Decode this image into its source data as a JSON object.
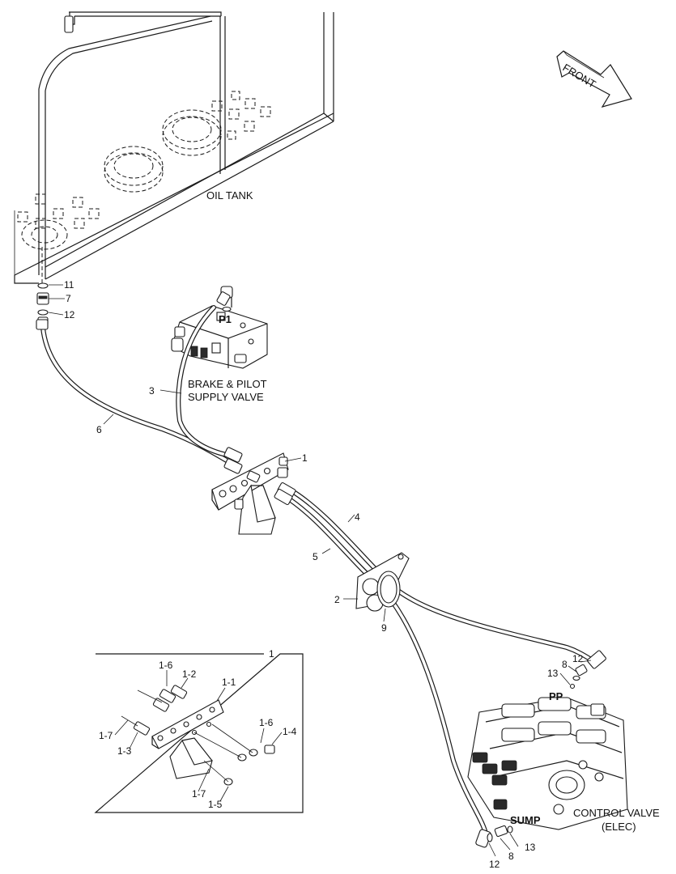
{
  "labels": {
    "front": "FRONT",
    "oil_tank": "OIL TANK",
    "brake_valve_line1": "BRAKE & PILOT",
    "brake_valve_line2": "SUPPLY VALVE",
    "control_valve_line1": "CONTROL VALVE",
    "control_valve_line2": "(ELEC)",
    "port_p1": "P1",
    "port_pp": "PP",
    "port_sump": "SUMP"
  },
  "callouts": {
    "c11": "11",
    "c7": "7",
    "c12_top": "12",
    "c3": "3",
    "c6": "6",
    "c1": "1",
    "c4": "4",
    "c5": "5",
    "c2": "2",
    "c9": "9",
    "c12_right": "12",
    "c8_right": "8",
    "c13_right": "13",
    "c13_bottom": "13",
    "c8_bottom": "8",
    "c12_bottom": "12"
  },
  "inset": {
    "title": "1",
    "items": {
      "i1_6a": "1-6",
      "i1_2": "1-2",
      "i1_1": "1-1",
      "i1_7a": "1-7",
      "i1_3": "1-3",
      "i1_6b": "1-6",
      "i1_4": "1-4",
      "i1_7b": "1-7",
      "i1_5": "1-5"
    }
  }
}
